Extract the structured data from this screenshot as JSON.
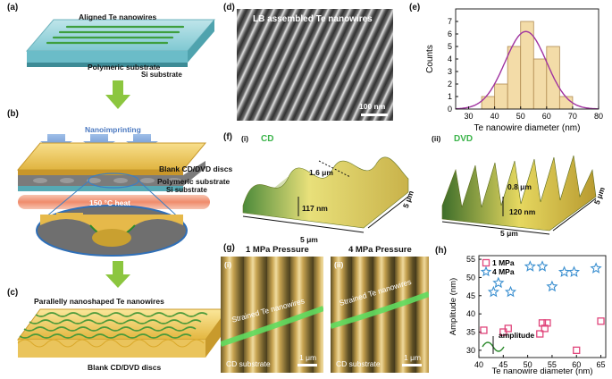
{
  "panels": {
    "a": {
      "label": "(a)",
      "title": "Aligned Te nanowires",
      "layer1": "Polymeric substrate",
      "layer2": "Si substrate"
    },
    "b": {
      "label": "(b)",
      "process": "Nanoimprinting",
      "disc": "Blank CD/DVD discs",
      "layer1": "Polymeric substrate",
      "layer2": "Si substrate",
      "heat": "150 °C heat"
    },
    "c": {
      "label": "(c)",
      "title": "Parallelly nanoshaped Te nanowires",
      "disc": "Blank CD/DVD discs"
    },
    "d": {
      "label": "(d)",
      "title": "LB assembled Te nanowires",
      "scale": "100 nm"
    },
    "e": {
      "label": "(e)"
    },
    "f": {
      "label": "(f)",
      "sub1": "(i)",
      "name1": "CD",
      "period1": "1.6 μm",
      "depth1": "117 nm",
      "size1a": "5 μm",
      "size1b": "5 μm",
      "sub2": "(ii)",
      "name2": "DVD",
      "period2": "0.8 μm",
      "depth2": "120 nm",
      "size2a": "5 μm",
      "size2b": "5 μm"
    },
    "g": {
      "label": "(g)",
      "title1": "1 MPa Pressure",
      "title2": "4 MPa Pressure",
      "sub1": "(i)",
      "sub2": "(ii)",
      "wire": "Strained Te nanowires",
      "substrate": "CD substrate",
      "scale": "1 μm"
    },
    "h": {
      "label": "(h)",
      "annotation": "amplitude"
    }
  },
  "colors": {
    "arrow": "#8cc63f",
    "purple_fit": "#a033a0",
    "bar_fill": "#f3dca8",
    "bar_edge": "#b08a50",
    "square": "#e0457b",
    "star": "#3a8fd0",
    "cd_green": "#3bb44a"
  },
  "chart_data": [
    {
      "type": "bar",
      "panel": "e",
      "xlabel": "Te nanowire diameter (nm)",
      "ylabel": "Counts",
      "xlim": [
        25,
        80
      ],
      "ylim": [
        0,
        8
      ],
      "xticks": [
        30,
        40,
        50,
        60,
        70,
        80
      ],
      "yticks": [
        0,
        1,
        2,
        3,
        4,
        5,
        6,
        7
      ],
      "bin_width": 5,
      "bins": [
        {
          "x": 37.5,
          "count": 1
        },
        {
          "x": 42.5,
          "count": 2
        },
        {
          "x": 47.5,
          "count": 5
        },
        {
          "x": 52.5,
          "count": 7
        },
        {
          "x": 57.5,
          "count": 4
        },
        {
          "x": 62.5,
          "count": 5
        },
        {
          "x": 67.5,
          "count": 1
        }
      ],
      "fit": {
        "type": "gaussian",
        "mean": 52,
        "sigma": 8,
        "amplitude": 6.2
      }
    },
    {
      "type": "scatter",
      "panel": "h",
      "xlabel": "Te nanowire diameter (nm)",
      "ylabel": "Amplitude (nm)",
      "xlim": [
        40,
        66
      ],
      "ylim": [
        28,
        56
      ],
      "xticks": [
        40,
        45,
        50,
        55,
        60,
        65
      ],
      "yticks": [
        30,
        35,
        40,
        45,
        50,
        55
      ],
      "legend": "top-left",
      "series": [
        {
          "name": "1 MPa",
          "marker": "square",
          "x": [
            41,
            45,
            46,
            53,
            53.5,
            52.5,
            54,
            60,
            65
          ],
          "y": [
            35.5,
            35,
            36,
            37.5,
            36,
            34.5,
            37.5,
            30,
            38
          ]
        },
        {
          "name": "4 MPa",
          "marker": "star",
          "x": [
            43,
            44,
            46.5,
            50.5,
            53,
            55,
            57.5,
            59.5,
            64
          ],
          "y": [
            46,
            48.5,
            46,
            53,
            53,
            47.5,
            51.5,
            51.5,
            52.5
          ]
        }
      ]
    }
  ]
}
